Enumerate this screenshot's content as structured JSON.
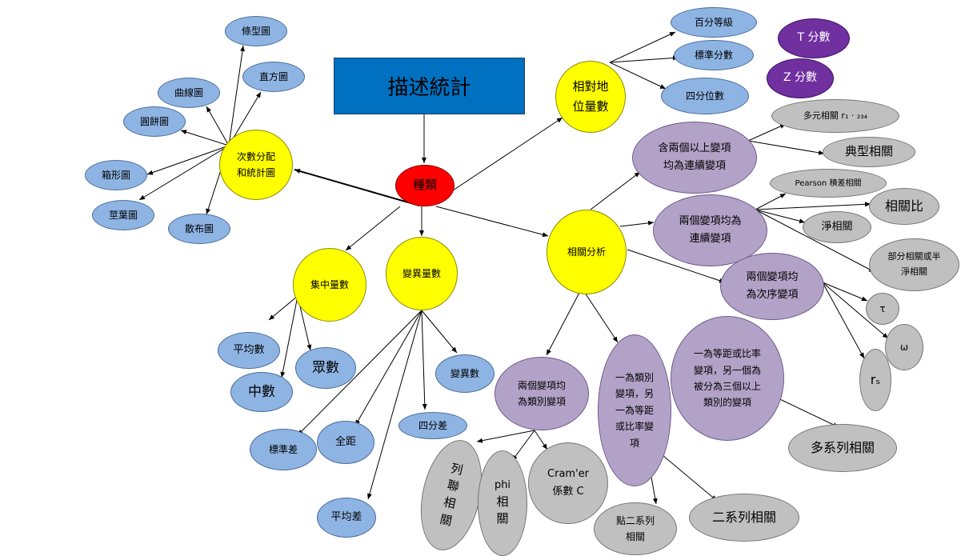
{
  "title": "描述統計",
  "nodes": {
    "kinds": "種類",
    "freq": [
      "次數分配",
      "和統計圖"
    ],
    "bar_chart": "條型圖",
    "histogram": "直方圖",
    "curve_chart": "曲線圖",
    "pie_chart": "圓餅圖",
    "box_plot": "箱形圖",
    "stem_leaf": "莖葉圖",
    "scatter": "散布圖",
    "relative_position": [
      "相對地",
      "位量數"
    ],
    "percentile_rank": "百分等級",
    "standard_score": "標準分數",
    "quartile": "四分位數",
    "t_score": "T 分數",
    "z_score": "Z 分數",
    "central_tendency": "集中量數",
    "mean": "平均數",
    "median": "中數",
    "mode": "眾數",
    "variability": "變異量數",
    "variance": "變異數",
    "quartile_deviation": "四分差",
    "range": "全距",
    "std_dev": "標準差",
    "mean_deviation": "平均差",
    "correlation": "相關分析",
    "multi_continuous": [
      "含兩個以上變項",
      "均為連續變項"
    ],
    "multiple_corr": "多元相關 r₁ · ₂₃₄",
    "canonical_corr": "典型相關",
    "two_continuous": [
      "兩個變項均為",
      "連續變項"
    ],
    "pearson": "Pearson 積差相關",
    "corr_ratio": "相關比",
    "net_corr": "淨相關",
    "partial_corr": [
      "部分相關或半",
      "淨相關"
    ],
    "two_ordinal": [
      "兩個變項均",
      "為次序變項"
    ],
    "tau": "τ",
    "omega": "ω",
    "rs": "rₛ",
    "two_categorical": [
      "兩個變項均",
      "為類別變項"
    ],
    "contingency": [
      "列",
      "聯",
      "相",
      "關"
    ],
    "phi": [
      "phi",
      "相",
      "關"
    ],
    "cramer": [
      "Cram'er",
      "係數 C"
    ],
    "cat_interval": [
      "一為類別",
      "變項，另",
      "一為等距",
      "或比率變",
      "項"
    ],
    "point_biserial": [
      "點二系列",
      "相關"
    ],
    "biserial": "二系列相關",
    "interval_categorical": [
      "一為等距或比率",
      "變項，另一個為",
      "被分為三個以上",
      "類別的變項"
    ],
    "polyserial": "多系列相關"
  },
  "colors": {
    "title_box": "#0070c0",
    "yellow": "#ffff00",
    "blue": "#8eb4e3",
    "lavender": "#b3a2c7",
    "gray": "#c0c0c0",
    "red": "#ff0000",
    "purple": "#7030a0"
  }
}
